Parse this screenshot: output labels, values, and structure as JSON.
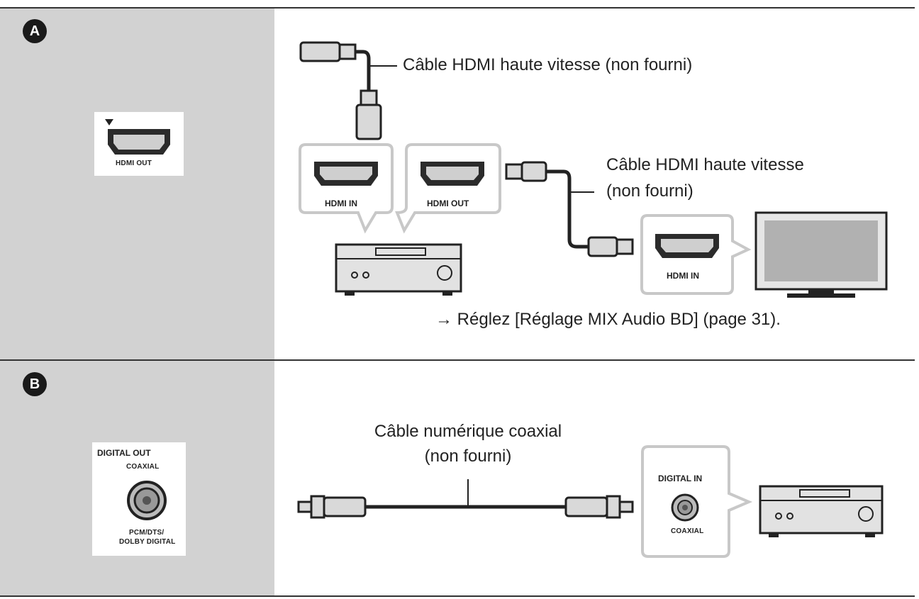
{
  "section_a": {
    "badge": "A",
    "player_port": "HDMI OUT",
    "cable_label_1": "Câble HDMI haute vitesse (non fourni)",
    "cable_label_2_line1": "Câble HDMI haute vitesse",
    "cable_label_2_line2": "(non fourni)",
    "receiver_in_port": "HDMI IN",
    "receiver_out_port": "HDMI OUT",
    "tv_in_port": "HDMI IN",
    "note": "→ Réglez [Réglage MIX Audio BD] (page 31)."
  },
  "section_b": {
    "badge": "B",
    "player_port_title": "DIGITAL OUT",
    "player_port_sub": "COAXIAL",
    "player_port_format_1": "PCM/DTS/",
    "player_port_format_2": "DOLBY DIGITAL",
    "cable_label_line1": "Câble numérique coaxial",
    "cable_label_line2": "(non fourni)",
    "receiver_in_port": "DIGITAL IN",
    "receiver_in_sub": "COAXIAL"
  }
}
